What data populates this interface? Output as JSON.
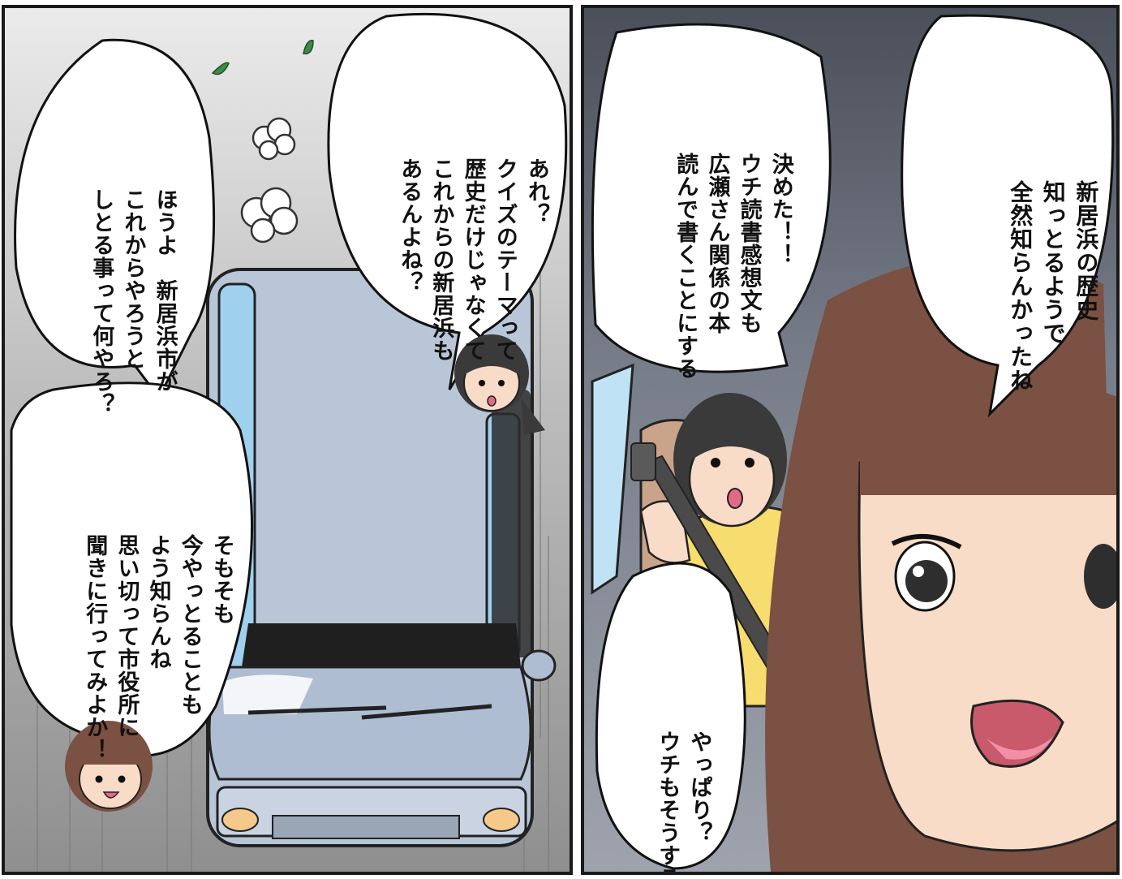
{
  "panels": [
    {
      "side": "left",
      "bubbles": [
        {
          "speaker": "black-haired-girl",
          "lines": [
            "あれ？",
            "クイズのテーマって",
            "歴史だけじゃなくて",
            "これからの新居浜も",
            "あるんよね？"
          ]
        },
        {
          "speaker": "brown-haired-girl",
          "lines": [
            "ほうよ　新居浜市が",
            "これからやろうと",
            "しとる事って何やろ？"
          ]
        },
        {
          "speaker": "brown-haired-girl",
          "lines": [
            "そもそも",
            "今やっとることも",
            "よう知らんね",
            "思い切って市役所に",
            "聞きに行ってみよか！"
          ]
        }
      ]
    },
    {
      "side": "right",
      "bubbles": [
        {
          "speaker": "brown-haired-girl",
          "lines": [
            "新居浜の歴史",
            "知っとるようで",
            "全然知らんかったね"
          ]
        },
        {
          "speaker": "black-haired-girl",
          "lines": [
            "決めた！！",
            "ウチ読書感想文も",
            "広瀬さん関係の本",
            "読んで書くことにする"
          ]
        },
        {
          "speaker": "brown-haired-girl",
          "lines": [
            "やっぱり？",
            "ウチもそうする！"
          ]
        }
      ]
    }
  ],
  "colors": {
    "car_body": "#b9c6d8",
    "car_glass": "#9fd0ee",
    "brown_hair": "#7a5142",
    "black_hair": "#3a3a3a",
    "skin": "#f8dcc8",
    "yellow_shirt": "#f7dc6f",
    "leaf_green": "#3d8b47"
  },
  "icons": [
    "leaf-icon",
    "exhaust-puff-icon",
    "seatbelt-icon"
  ]
}
